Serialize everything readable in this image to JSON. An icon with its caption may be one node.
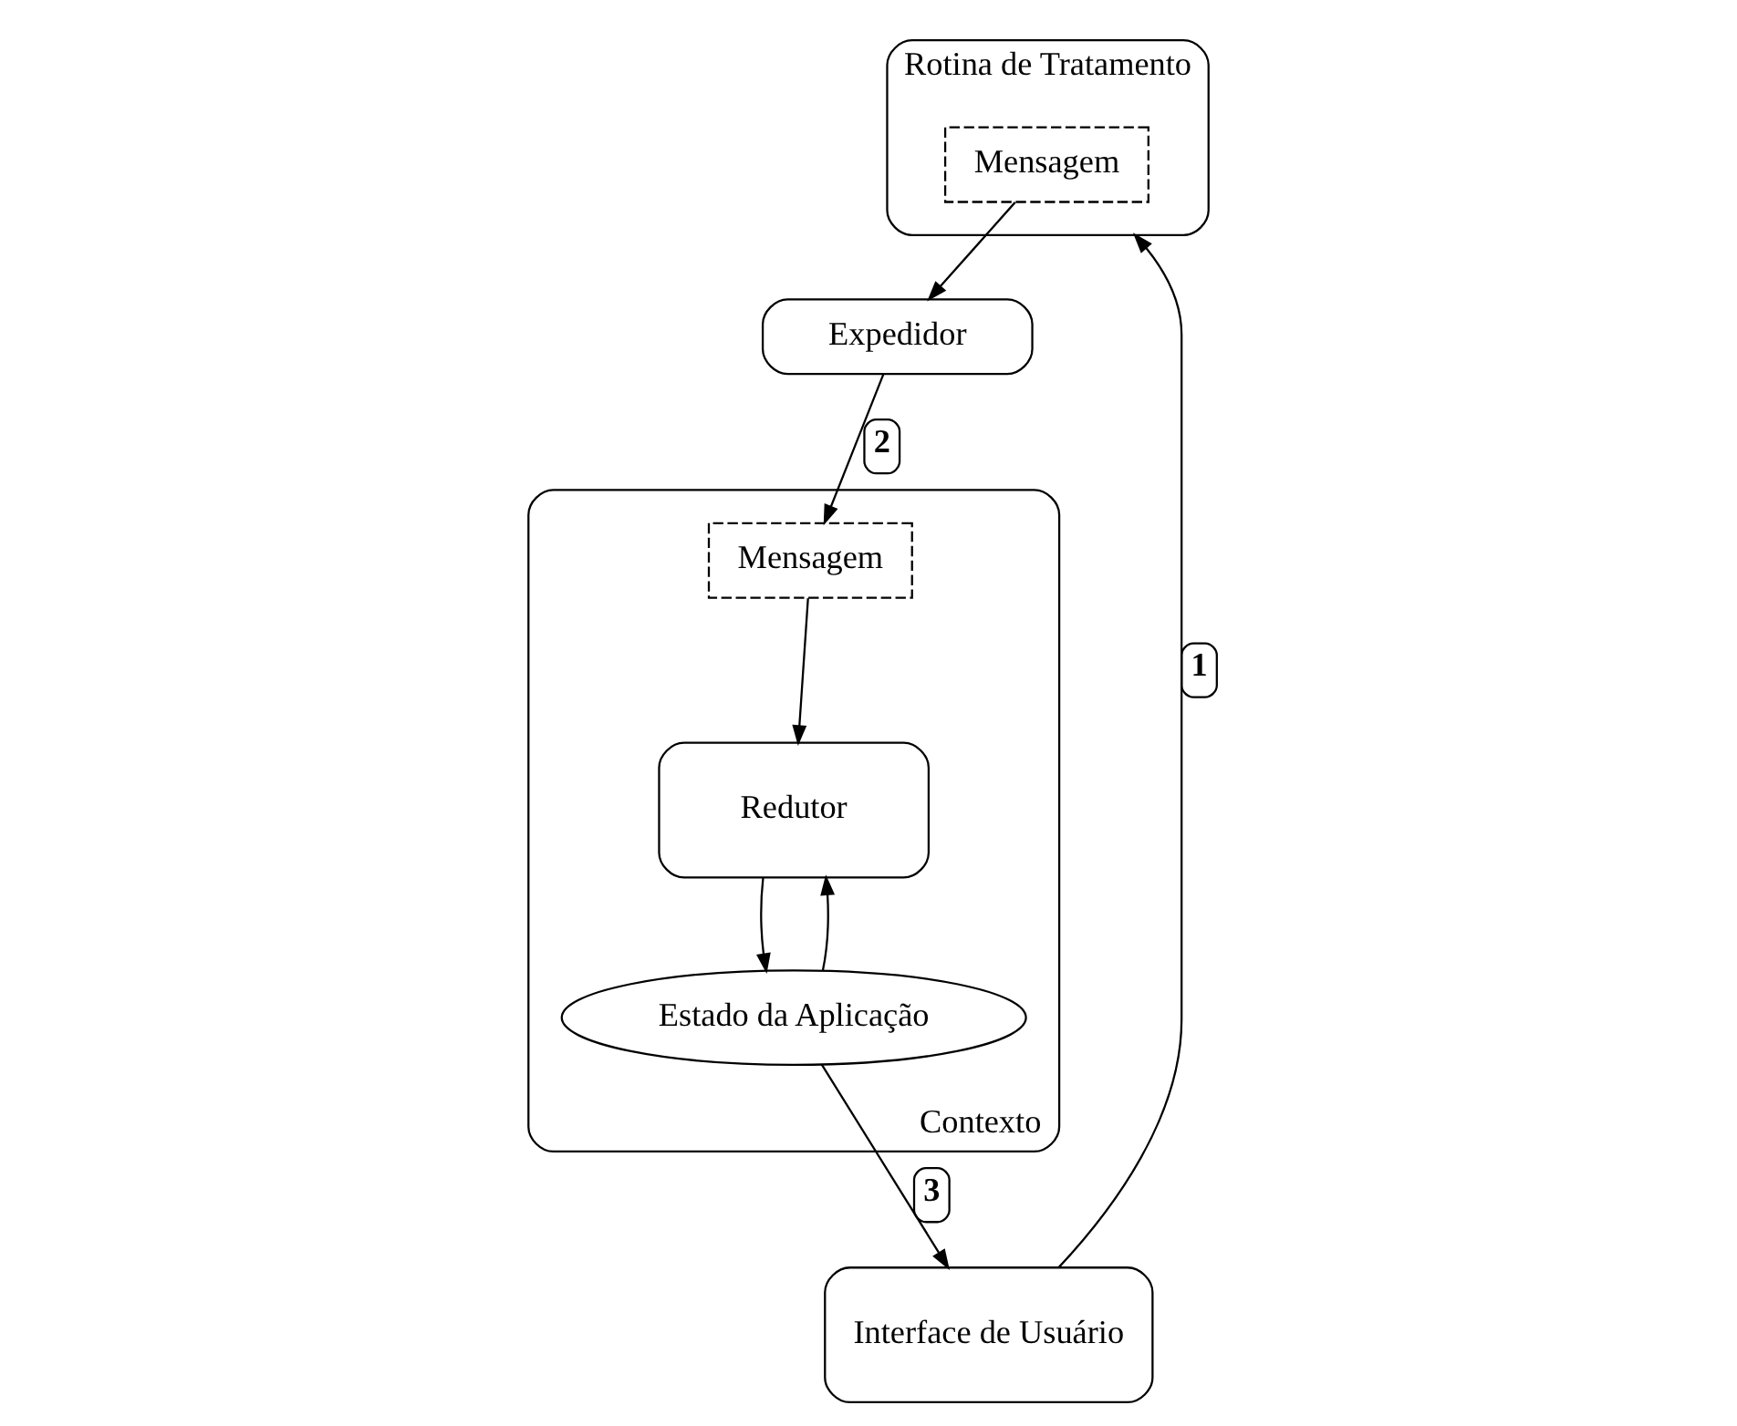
{
  "diagram": {
    "nodes": [
      {
        "text": [
          "Rotina de Tratamento"
        ]
      },
      {
        "text": [
          "Expedidor"
        ]
      },
      {
        "text": [
          "Mensagem"
        ],
        "in": 0
      },
      {
        "text": [
          "Contexto"
        ]
      },
      {
        "text": [
          "Mensagem"
        ],
        "in": 3
      },
      {
        "text": [
          "Redutor"
        ],
        "in": 3
      },
      {
        "text": [
          "Estado da Aplicação"
        ],
        "in": 3
      },
      {
        "text": [
          "Interface de Usuário"
        ]
      }
    ],
    "edges": [
      {
        "from": 2,
        "to": 1,
        "arrow": "to"
      },
      {
        "from": 1,
        "to": 4,
        "arrow": "to",
        "label": "2"
      },
      {
        "from": 4,
        "to": 5,
        "arrow": "to"
      },
      {
        "from": 6,
        "to": 5,
        "arrow": "to"
      },
      {
        "from": 5,
        "to": 6,
        "arrow": "to"
      },
      {
        "from": 7,
        "to": 0,
        "arrow": "to",
        "label": "1"
      },
      {
        "from": 6,
        "to": 7,
        "arrow": "to",
        "label": "3"
      }
    ]
  }
}
